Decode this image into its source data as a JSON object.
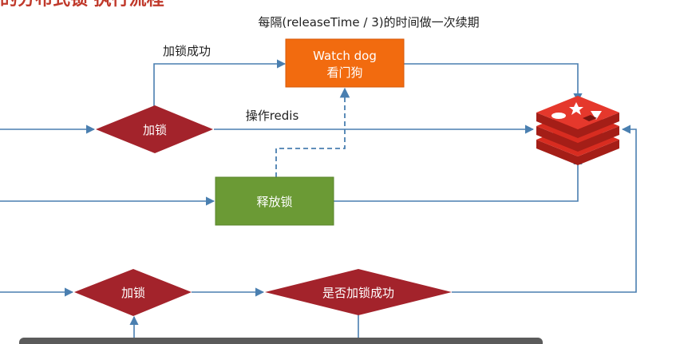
{
  "slide": {
    "title_fragment": "的分布式锁 执行流程",
    "title_color": "#c0392b"
  },
  "diagram": {
    "renew_note": "每隔(releaseTime / 3)的时间做一次续期",
    "lock_success_label": "加锁成功",
    "operate_redis_label": "操作redis",
    "nodes": {
      "watchdog": {
        "line1": "Watch dog",
        "line2": "看门狗",
        "color": "#f26b0f"
      },
      "acquire_lock_top": {
        "label": "加锁",
        "color": "#a3232b"
      },
      "release_lock": {
        "label": "释放锁",
        "color": "#6b9a35"
      },
      "acquire_lock_bottom": {
        "label": "加锁",
        "color": "#a3232b"
      },
      "check_success": {
        "label": "是否加锁成功",
        "color": "#a3232b"
      },
      "redis": {
        "icon": "redis-icon",
        "color": "#d82c20"
      }
    },
    "line_color": "#4a7fb0"
  }
}
